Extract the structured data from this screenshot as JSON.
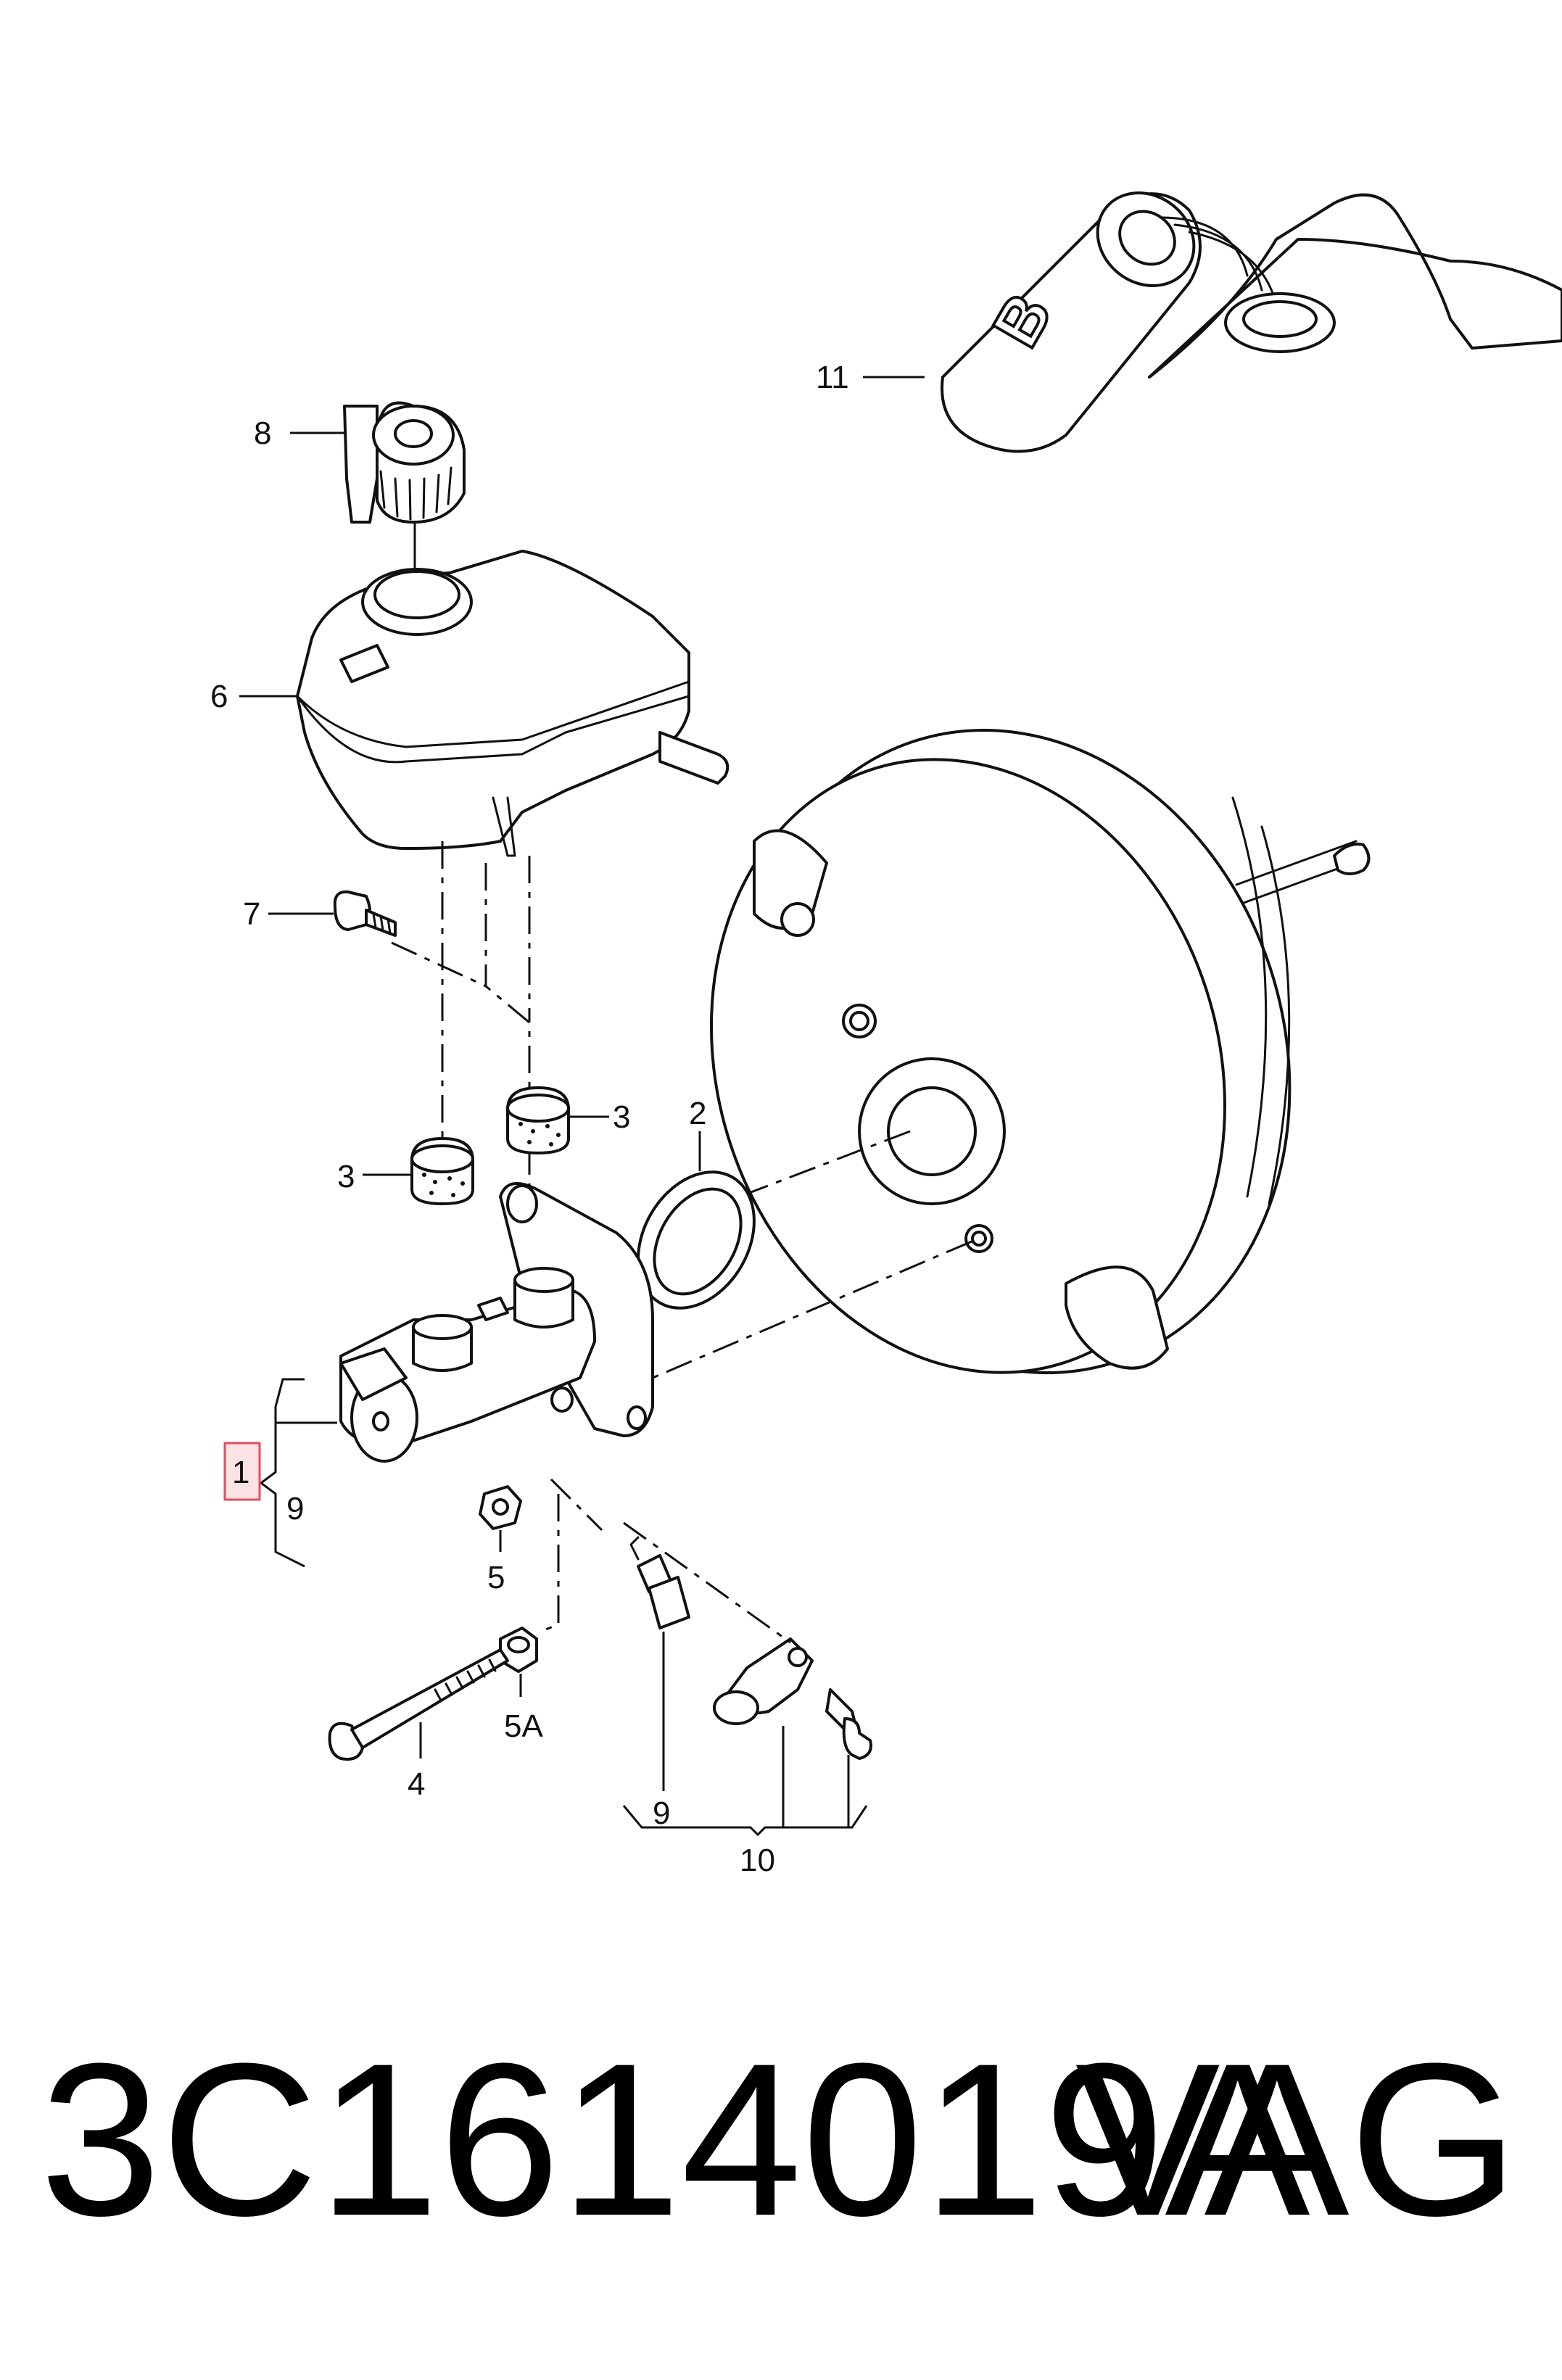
{
  "diagram": {
    "callouts": {
      "c1": "1",
      "c2": "2",
      "c3a": "3",
      "c3b": "3",
      "c4": "4",
      "c5": "5",
      "c5a": "5A",
      "c6": "6",
      "c7": "7",
      "c8": "8",
      "c9a": "9",
      "c9b": "9",
      "c10": "10",
      "c11": "11"
    },
    "reservoir_letter": "B",
    "highlight_color": "#e04f5f",
    "highlight_fill": "#fbe3e4",
    "line_color": "#111111"
  },
  "footer": {
    "part_number": "3C1614019A",
    "brand": "VAG"
  }
}
